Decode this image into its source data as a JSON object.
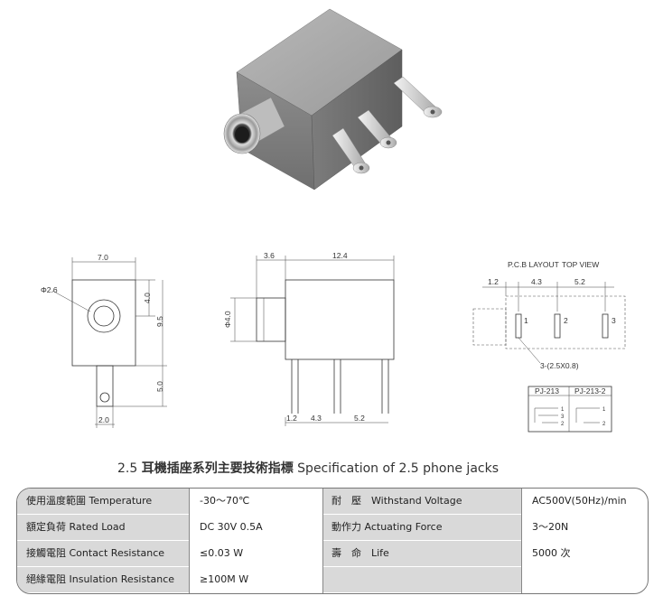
{
  "drawings": {
    "front": {
      "width": "7.0",
      "hole_dia": "Φ2.6",
      "upper_h": "4.0",
      "total_h": "9.5",
      "lower_h": "5.0",
      "pin_w": "2.0"
    },
    "side": {
      "neck_len": "3.6",
      "body_len": "12.4",
      "neck_dia": "Φ4.0",
      "pin1": "1.2",
      "pin2": "4.3",
      "pin3": "5.2"
    },
    "pcb": {
      "title": "P.C.B LAYOUT",
      "view": "TOP VIEW",
      "d1": "1.2",
      "d2": "4.3",
      "d3": "5.2",
      "pin_labels": [
        "1",
        "2",
        "3"
      ],
      "slot": "3-(2.5X0.8)"
    },
    "schem": {
      "model_a": "PJ-213",
      "model_b": "PJ-213-2",
      "a_pins": [
        "1",
        "3",
        "2"
      ],
      "b_pins": [
        "1",
        "2"
      ]
    }
  },
  "spec": {
    "title_num": "2.5",
    "title_cn": "耳機插座系列主要技術指標",
    "title_en": "Specification of 2.5 phone jacks",
    "rows": [
      {
        "p1": "使用溫度範圍 Temperature",
        "v1": "-30～70℃",
        "p2": "耐　壓　Withstand Voltage",
        "v2": "AC500V(50Hz)/min"
      },
      {
        "p1": "額定負荷 Rated Load",
        "v1": "DC 30V 0.5A",
        "p2": "動作力 Actuating Force",
        "v2": "3～20N"
      },
      {
        "p1": "接觸電阻 Contact Resistance",
        "v1": "≤0.03 W",
        "p2": "壽　命　Life",
        "v2": "5000 次"
      },
      {
        "p1": "絕緣電阻 Insulation Resistance",
        "v1": "≥100M W",
        "p2": "",
        "v2": ""
      }
    ]
  }
}
